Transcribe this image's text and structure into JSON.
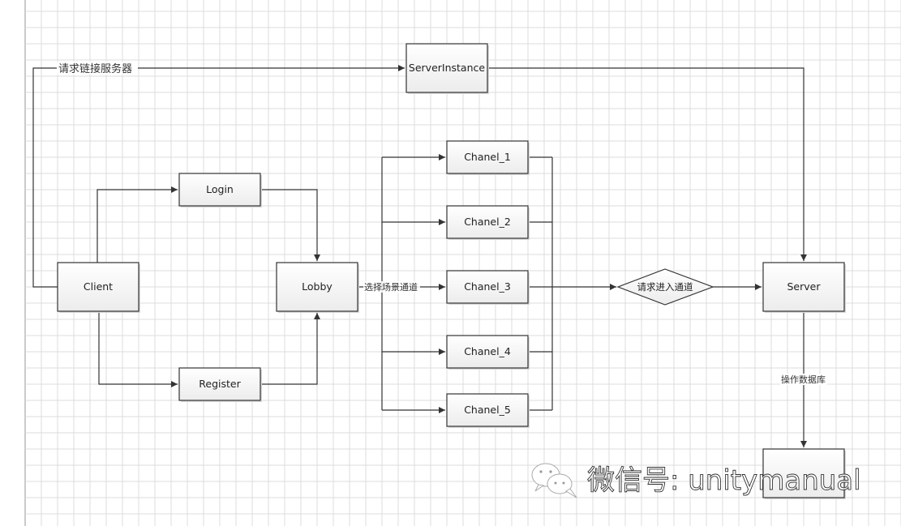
{
  "diagram": {
    "nodes": {
      "client": "Client",
      "login": "Login",
      "register": "Register",
      "lobby": "Lobby",
      "server_instance": "ServerInstance",
      "chanel_1": "Chanel_1",
      "chanel_2": "Chanel_2",
      "chanel_3": "Chanel_3",
      "chanel_4": "Chanel_4",
      "chanel_5": "Chanel_5",
      "decision": "请求进入通道",
      "server": "Server",
      "database": ""
    },
    "edge_labels": {
      "request_connect_server": "请求链接服务器",
      "select_scene_channel": "选择场景通道",
      "operate_database": "操作数据库"
    },
    "edges": [
      {
        "from": "Client",
        "to": "ServerInstance",
        "label": "请求链接服务器"
      },
      {
        "from": "Client",
        "to": "Login"
      },
      {
        "from": "Client",
        "to": "Register"
      },
      {
        "from": "Login",
        "to": "Lobby"
      },
      {
        "from": "Register",
        "to": "Lobby"
      },
      {
        "from": "Lobby",
        "to": "Chanel_1",
        "label": "选择场景通道"
      },
      {
        "from": "Lobby",
        "to": "Chanel_2"
      },
      {
        "from": "Lobby",
        "to": "Chanel_3"
      },
      {
        "from": "Lobby",
        "to": "Chanel_4"
      },
      {
        "from": "Lobby",
        "to": "Chanel_5"
      },
      {
        "from": "Chanel_1..Chanel_5",
        "to": "请求进入通道"
      },
      {
        "from": "请求进入通道",
        "to": "Server"
      },
      {
        "from": "ServerInstance",
        "to": "Server"
      },
      {
        "from": "Server",
        "to": "Database",
        "label": "操作数据库"
      }
    ]
  },
  "watermark": {
    "icon": "wechat-icon",
    "text": "微信号: unitymanual"
  }
}
